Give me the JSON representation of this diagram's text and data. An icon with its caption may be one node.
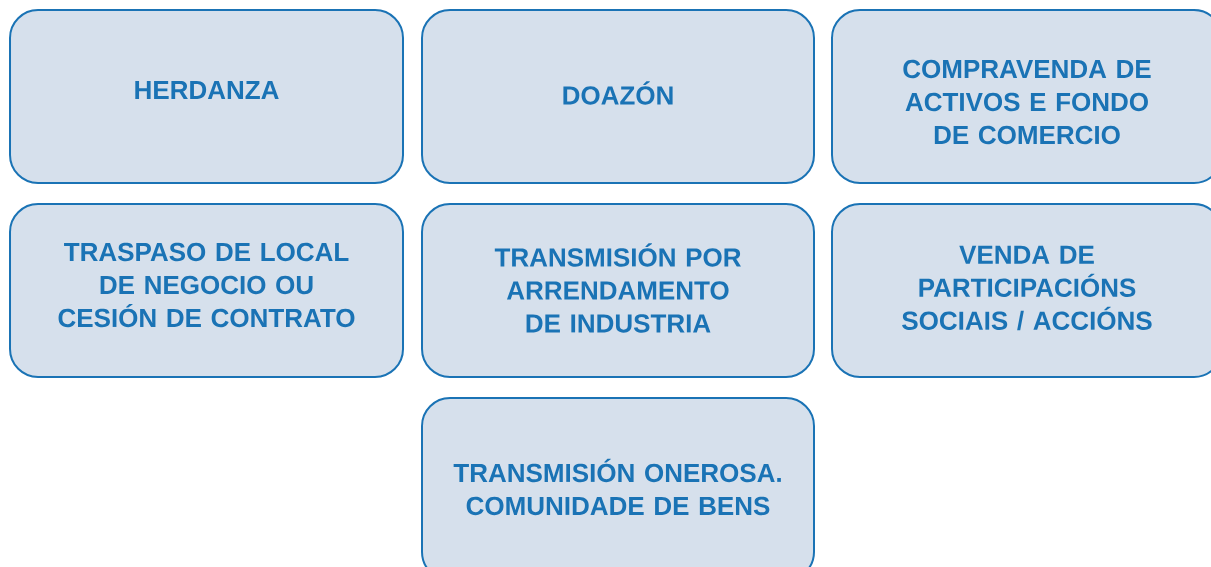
{
  "diagram": {
    "nodes": [
      {
        "text": [
          "HERDANZA"
        ]
      },
      {
        "text": [
          "DOAZÓN"
        ]
      },
      {
        "text": [
          "COMPRAVENDA DE ACTIVOS E FONDO DE COMERCIO"
        ]
      },
      {
        "text": [
          "TRASPASO DE LOCAL DE NEGOCIO OU CESIÓN DE CONTRATO"
        ]
      },
      {
        "text": [
          "TRANSMISIÓN POR ARRENDAMENTO DE INDUSTRIA"
        ]
      },
      {
        "text": [
          "VENDA DE PARTICIPACIÓNS SOCIAIS / ACCIÓNS"
        ]
      },
      {
        "text": [
          "TRANSMISIÓN ONEROSA.",
          "COMUNIDADE DE BENS"
        ]
      }
    ]
  }
}
